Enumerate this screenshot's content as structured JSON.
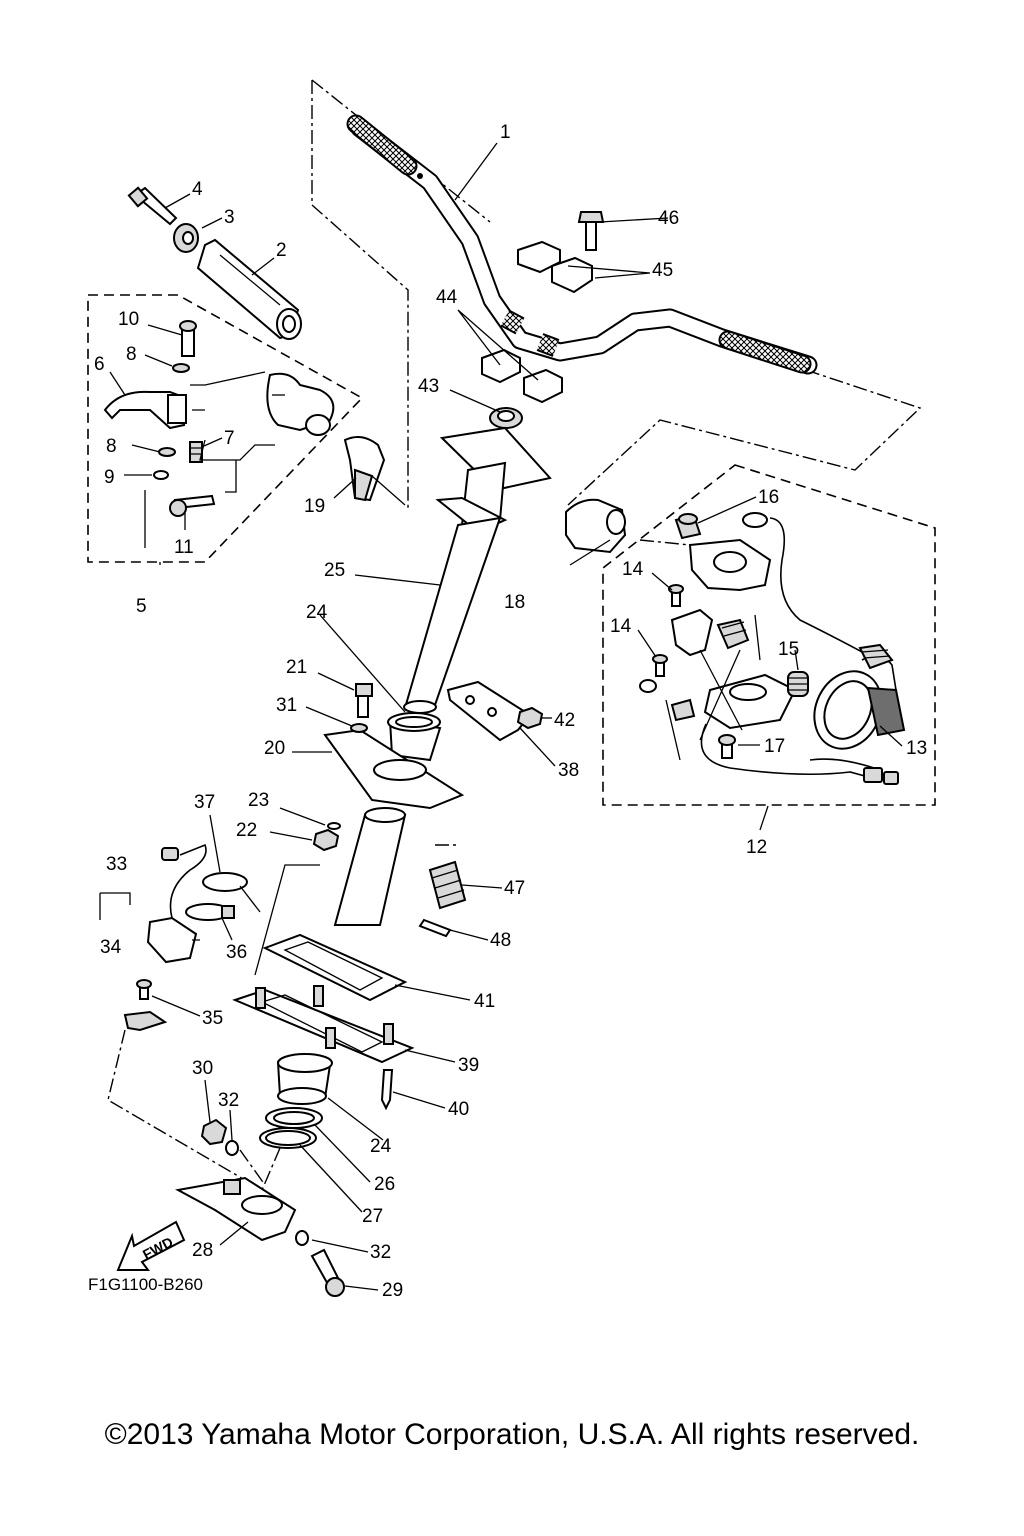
{
  "diagram_code": "F1G1100-B260",
  "direction_label": "FWD",
  "copyright": "©2013 Yamaha Motor Corporation, U.S.A. All rights reserved.",
  "callouts": {
    "c1": "1",
    "c2": "2",
    "c3": "3",
    "c4": "4",
    "c5": "5",
    "c6": "6",
    "c7": "7",
    "c8a": "8",
    "c8b": "8",
    "c9": "9",
    "c10": "10",
    "c11": "11",
    "c12": "12",
    "c13": "13",
    "c14a": "14",
    "c14b": "14",
    "c15": "15",
    "c16": "16",
    "c17": "17",
    "c18": "18",
    "c19": "19",
    "c20": "20",
    "c21": "21",
    "c22": "22",
    "c23": "23",
    "c24a": "24",
    "c24b": "24",
    "c25": "25",
    "c26": "26",
    "c27": "27",
    "c28": "28",
    "c29": "29",
    "c30": "30",
    "c31": "31",
    "c32a": "32",
    "c32b": "32",
    "c33": "33",
    "c34": "34",
    "c35": "35",
    "c36": "36",
    "c37": "37",
    "c38": "38",
    "c39": "39",
    "c40": "40",
    "c41": "41",
    "c42": "42",
    "c43": "43",
    "c44": "44",
    "c45": "45",
    "c46": "46",
    "c47": "47",
    "c48": "48"
  }
}
